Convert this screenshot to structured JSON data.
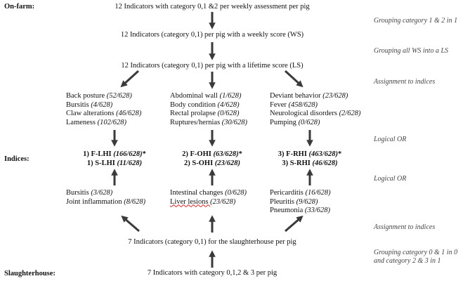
{
  "stages": {
    "onfarm": "On-farm:",
    "indices": "Indices:",
    "slaughterhouse": "Slaughterhouse:"
  },
  "flow": {
    "top": "12 Indicators with category 0,1 &2 per weekly assessment per pig",
    "weekly": "12 Indicators (category 0,1) per pig with a weekly score (WS)",
    "lifetime": "12 Indicators (category 0,1) per pig with a lifetime score (LS)",
    "slaughter_binary": "7 Indicators (category 0,1) for the slaughterhouse per pig",
    "slaughter_raw": "7 Indicators with category 0,1,2 & 3 per pig"
  },
  "side_notes": {
    "group12": "Grouping category 1 & 2 in 1",
    "groupWS": "Grouping all WS into a LS",
    "assign_top": "Assignment to indices",
    "logical_or_top": "Logical OR",
    "logical_or_bottom": "Logical OR",
    "assign_bottom": "Assignment to indices",
    "group_slaughter_line1": "Grouping category 0 & 1 in 0",
    "group_slaughter_line2": "and category 2 & 3 in 1"
  },
  "farm_indicators": {
    "left": [
      {
        "name": "Back posture ",
        "count": "(52/628)"
      },
      {
        "name": "Bursitis ",
        "count": "(4/628)"
      },
      {
        "name": "Claw alterations ",
        "count": "(46/628)"
      },
      {
        "name": "Lameness ",
        "count": "(102/628)"
      }
    ],
    "middle": [
      {
        "name": "Abdominal wall ",
        "count": "(1/628)"
      },
      {
        "name": "Body condition ",
        "count": "(4/628)"
      },
      {
        "name": "Rectal prolapse ",
        "count": "(0/628)"
      },
      {
        "name": "Ruptures/hernias ",
        "count": "(30/628)"
      }
    ],
    "right": [
      {
        "name": "Deviant behavior ",
        "count": "(23/628)"
      },
      {
        "name": "Fever ",
        "count": "(458/628)"
      },
      {
        "name": "Neurological disorders ",
        "count": "(2/628)"
      },
      {
        "name": "Pumping ",
        "count": "(0/628)"
      }
    ]
  },
  "indices": {
    "left": [
      {
        "label": "1) F-LHI ",
        "count": "(166/628)",
        "star": "*"
      },
      {
        "label": "1) S-LHI ",
        "count": "(11/628)",
        "star": ""
      }
    ],
    "middle": [
      {
        "label": "2) F-OHI ",
        "count": "(63/628)",
        "star": "*"
      },
      {
        "label": "2) S-OHI ",
        "count": "(23/628)",
        "star": ""
      }
    ],
    "right": [
      {
        "label": "3) F-RHI ",
        "count": "(463/628)",
        "star": "*"
      },
      {
        "label": "3) S-RHI ",
        "count": "(46/628)",
        "star": ""
      }
    ]
  },
  "slaughter_indicators": {
    "left": [
      {
        "name": "Bursitis ",
        "count": "(3/628)"
      },
      {
        "name": "Joint inflammation ",
        "count": "(8/628)"
      }
    ],
    "middle": [
      {
        "name": "Intestinal changes ",
        "count": "(0/628)"
      },
      {
        "name": "Liver lesions ",
        "count": "(23/628)"
      }
    ],
    "right": [
      {
        "name": "Pericarditis ",
        "count": "(16/628)"
      },
      {
        "name": "Pleuritis ",
        "count": "(9/628)"
      },
      {
        "name": "Pneumonia ",
        "count": "(33/628)"
      }
    ]
  }
}
